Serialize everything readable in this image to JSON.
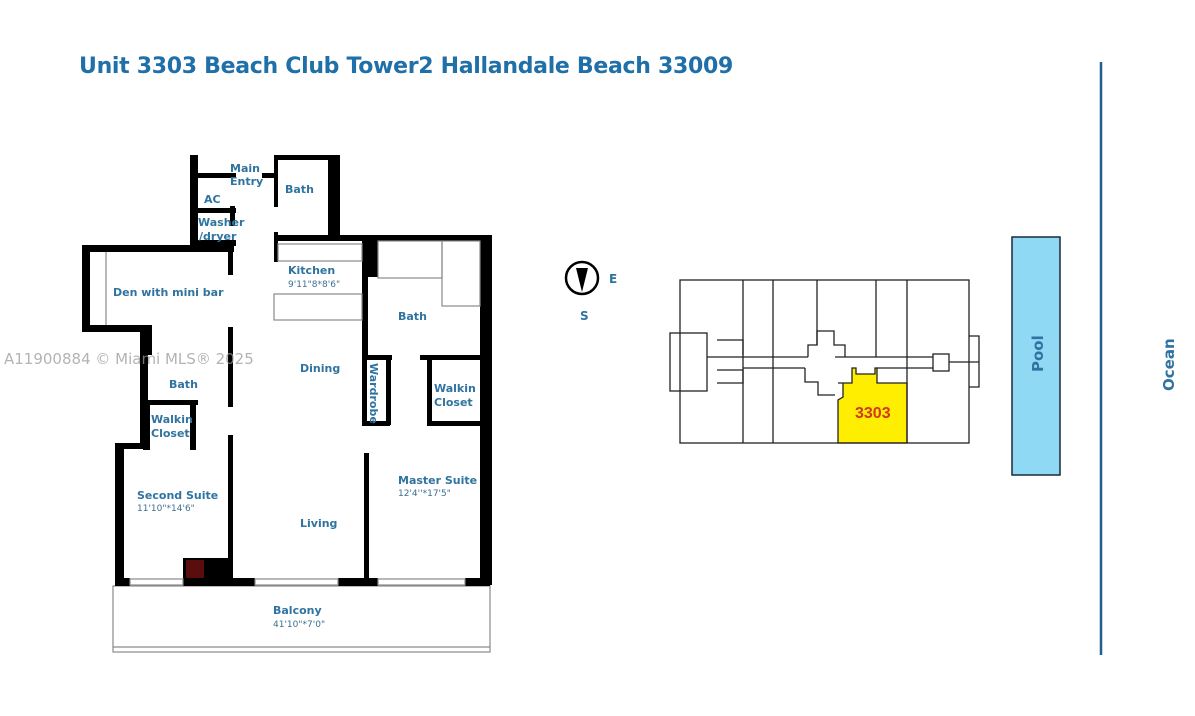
{
  "title": "Unit 3303 Beach Club Tower2 Hallandale Beach 33009",
  "watermark": "A11900884 © Miami MLS® 2025",
  "floor_plan": {
    "rooms": {
      "main_entry": "Main Entry",
      "main_entry_line1": "Main",
      "main_entry_line2": "Entry",
      "bath_entry": "Bath",
      "ac": "AC",
      "washer_line1": "Washer",
      "washer_line2": "/dryer",
      "den": "Den with mini bar",
      "kitchen": "Kitchen",
      "kitchen_dim": "9'11\"8*8'6\"",
      "bath_master": "Bath",
      "dining": "Dining",
      "wardrobe": "Wardrobe",
      "walkin_master_line1": "Walkin",
      "walkin_master_line2": "Closet",
      "bath_second": "Bath",
      "walkin_second_line1": "Walkin",
      "walkin_second_line2": "Closet",
      "second_suite": "Second Suite",
      "second_suite_dim": "11'10\"*14'6\"",
      "living": "Living",
      "master_suite": "Master Suite",
      "master_suite_dim": "12'4''*17'5\"",
      "balcony": "Balcony",
      "balcony_dim": "41'10\"*7'0\""
    }
  },
  "site_plan": {
    "compass_east": "E",
    "compass_south": "S",
    "unit_label": "3303",
    "pool": "Pool",
    "ocean": "Ocean",
    "colors": {
      "unit_highlight": "#ffee00",
      "unit_text": "#d0391a",
      "pool_fill": "#8fd9f5",
      "label": "#1f6fa8"
    }
  }
}
